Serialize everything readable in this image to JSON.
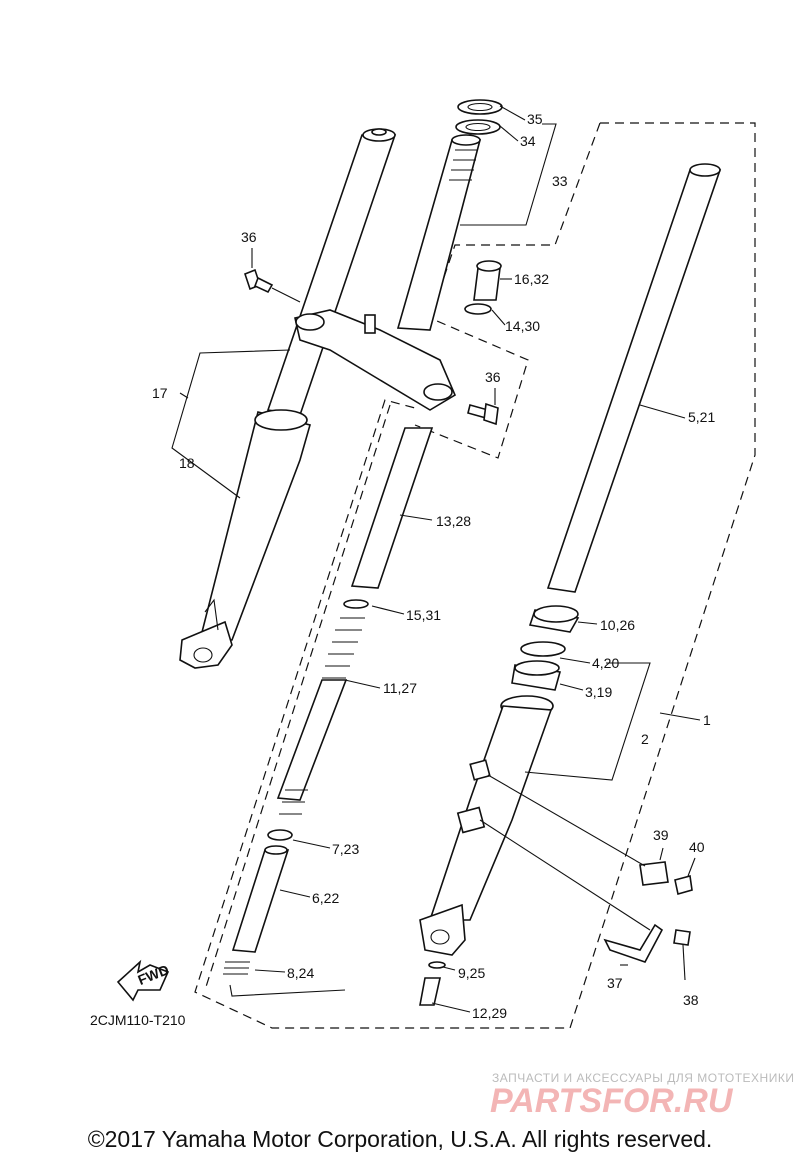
{
  "diagram_code": "2CJM110-T210",
  "fwd_label": "FWD",
  "copyright": "©2017 Yamaha Motor Corporation, U.S.A. All rights reserved.",
  "watermark": {
    "line1": "ЗАПЧАСТИ И АКСЕССУАРЫ ДЛЯ МОТОТЕХНИКИ",
    "brand": "PARTSFOR.RU"
  },
  "callouts": [
    {
      "id": "c35",
      "text": "35"
    },
    {
      "id": "c34",
      "text": "34"
    },
    {
      "id": "c33",
      "text": "33"
    },
    {
      "id": "c36a",
      "text": "36"
    },
    {
      "id": "c16",
      "text": "16,32"
    },
    {
      "id": "c14",
      "text": "14,30"
    },
    {
      "id": "c36b",
      "text": "36"
    },
    {
      "id": "c17",
      "text": "17"
    },
    {
      "id": "c18",
      "text": "18"
    },
    {
      "id": "c5",
      "text": "5,21"
    },
    {
      "id": "c13",
      "text": "13,28"
    },
    {
      "id": "c15",
      "text": "15,31"
    },
    {
      "id": "c10",
      "text": "10,26"
    },
    {
      "id": "c4",
      "text": "4,20"
    },
    {
      "id": "c11",
      "text": "11,27"
    },
    {
      "id": "c3",
      "text": "3,19"
    },
    {
      "id": "c1",
      "text": "1"
    },
    {
      "id": "c2",
      "text": "2"
    },
    {
      "id": "c7",
      "text": "7,23"
    },
    {
      "id": "c39",
      "text": "39"
    },
    {
      "id": "c40",
      "text": "40"
    },
    {
      "id": "c6",
      "text": "6,22"
    },
    {
      "id": "c8",
      "text": "8,24"
    },
    {
      "id": "c9",
      "text": "9,25"
    },
    {
      "id": "c37",
      "text": "37"
    },
    {
      "id": "c38",
      "text": "38"
    },
    {
      "id": "c12",
      "text": "12,29"
    }
  ]
}
